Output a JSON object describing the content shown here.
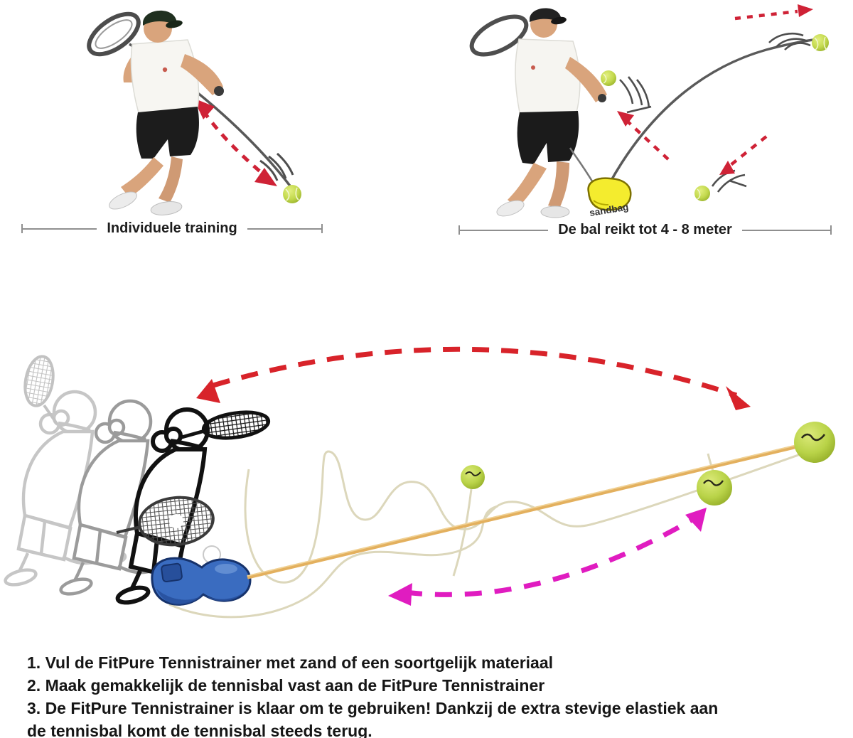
{
  "top_left_panel": {
    "caption": "Individuele training"
  },
  "top_right_panel": {
    "caption": "De bal reikt tot 4 - 8 meter",
    "sandbag_label": "sandbag"
  },
  "instructions": {
    "lines": [
      "1. Vul de FitPure Tennistrainer met zand of een soortgelijk materiaal",
      "2. Maak gemakkelijk de tennisbal vast aan de FitPure Tennistrainer",
      "3. De FitPure Tennistrainer is klaar om te gebruiken! Dankzij de extra stevige elastiek aan",
      "de tennisbal komt de tennisbal steeds terug."
    ]
  },
  "colors": {
    "arrow_red": "#cf2236",
    "arc_red": "#d8232a",
    "arrow_magenta": "#e01cc0",
    "cord_orange": "#e3b05e",
    "string_cream": "#dcd7bb",
    "ball_green": "#b9d348",
    "base_blue": "#3a6cc0",
    "sandbag_yellow": "#f4ec2e",
    "measure_gray": "#8f8f8f",
    "text_black": "#161616"
  }
}
